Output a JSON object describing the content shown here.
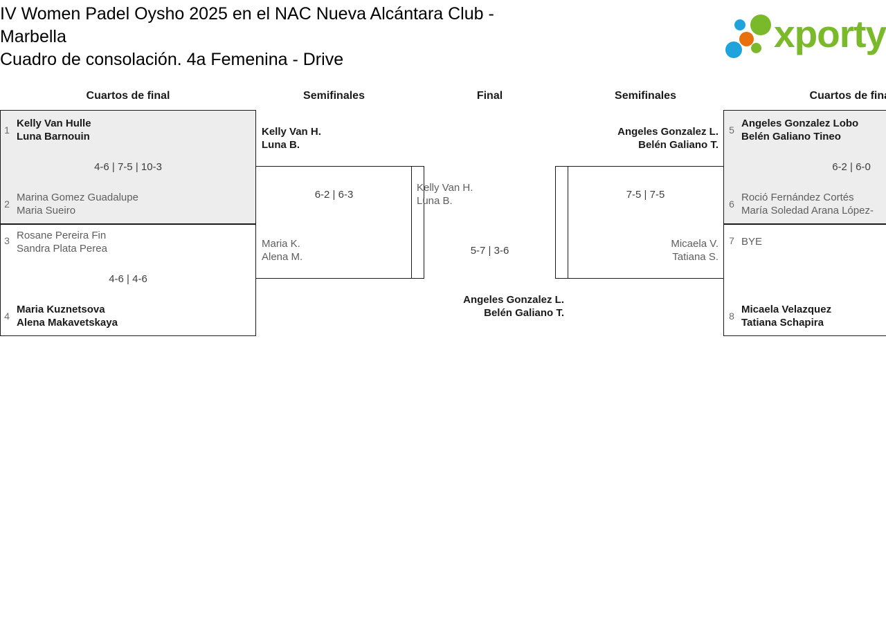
{
  "header": {
    "title_line1": "IV Women Padel Oysho 2025 en el NAC Nueva Alcántara Club -",
    "title_line2": "Marbella",
    "title_line3": "Cuadro de consolación. 4a Femenina - Drive",
    "logo_text": "xporty",
    "logo_colors": {
      "green": "#7ab929",
      "blue": "#1fa3dd",
      "orange": "#e8700f"
    }
  },
  "rounds": {
    "quarterfinals_left": "Cuartos de final",
    "semifinals_left": "Semifinales",
    "final": "Final",
    "semifinals_right": "Semifinales",
    "quarterfinals_right": "Cuartos de final"
  },
  "bracket": {
    "quarterfinals_left": [
      {
        "shaded": true,
        "score": "4-6 | 7-5 | 10-3",
        "top": {
          "seed": "1",
          "player1": "Kelly Van Hulle",
          "player2": "Luna Barnouin",
          "winner": true
        },
        "bottom": {
          "seed": "2",
          "player1": "Marina Gomez Guadalupe",
          "player2": "Maria Sueiro",
          "winner": false
        }
      },
      {
        "shaded": false,
        "score": "4-6 | 4-6",
        "top": {
          "seed": "3",
          "player1": "Rosane Pereira Fin",
          "player2": "Sandra Plata Perea",
          "winner": false
        },
        "bottom": {
          "seed": "4",
          "player1": "Maria Kuznetsova",
          "player2": "Alena Makavetskaya",
          "winner": true
        }
      }
    ],
    "semifinal_left": {
      "score": "6-2 | 6-3",
      "top": {
        "player1": "Kelly Van H.",
        "player2": "Luna B.",
        "winner": true
      },
      "bottom": {
        "player1": "Maria K.",
        "player2": "Alena M.",
        "winner": false
      }
    },
    "final": {
      "score": "5-7 | 3-6",
      "left": {
        "player1": "Kelly Van H.",
        "player2": "Luna B.",
        "winner": false
      },
      "right": {
        "player1": "Angeles Gonzalez L.",
        "player2": "Belén Galiano T.",
        "winner": true
      }
    },
    "semifinal_right": {
      "score": "7-5 | 7-5",
      "top": {
        "player1": "Angeles Gonzalez L.",
        "player2": "Belén Galiano T.",
        "winner": true
      },
      "bottom": {
        "player1": "Micaela V.",
        "player2": "Tatiana S.",
        "winner": false
      }
    },
    "quarterfinals_right": [
      {
        "shaded": true,
        "score": "6-2 | 6-0",
        "top": {
          "seed": "5",
          "player1": "Angeles Gonzalez Lobo",
          "player2": "Belén Galiano Tineo",
          "winner": true
        },
        "bottom": {
          "seed": "6",
          "player1": "Roció Fernández Cortés",
          "player2": "María Soledad Arana López-",
          "winner": false
        }
      },
      {
        "shaded": false,
        "score": "",
        "top": {
          "seed": "7",
          "player1": "BYE",
          "player2": "",
          "winner": false
        },
        "bottom": {
          "seed": "8",
          "player1": "Micaela Velazquez",
          "player2": "Tatiana Schapira",
          "winner": true
        }
      }
    ]
  }
}
